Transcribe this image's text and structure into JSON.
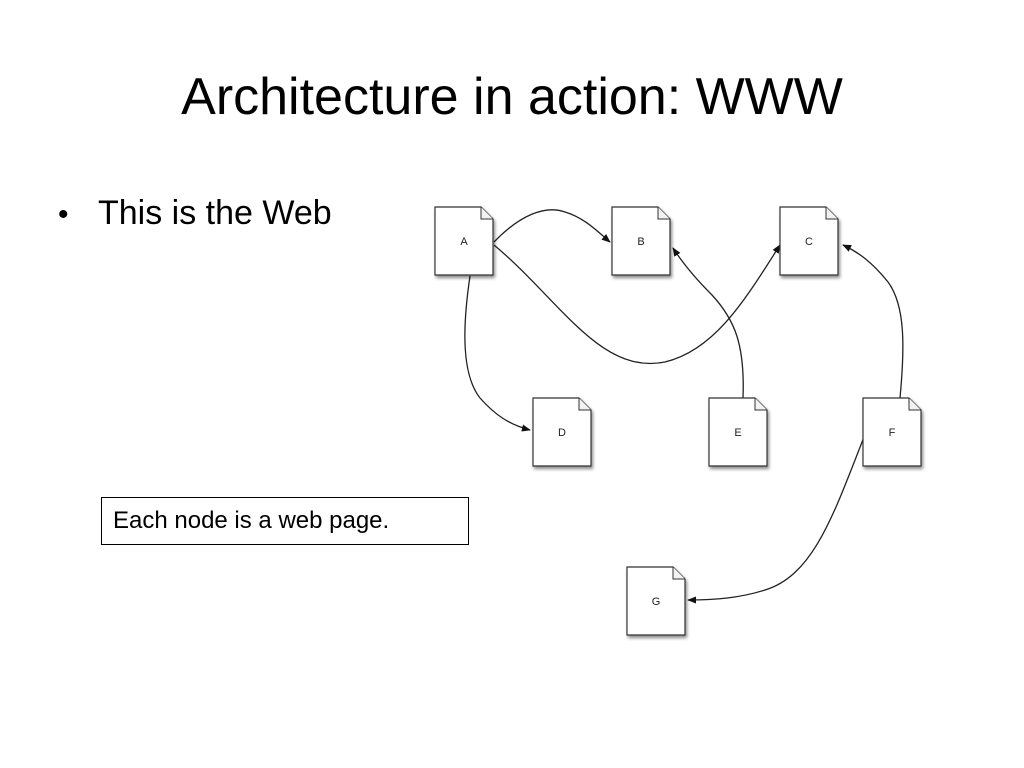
{
  "slide": {
    "title": "Architecture in action: WWW",
    "bullets": [
      "This is the Web"
    ],
    "caption": "Each node is a web page."
  },
  "diagram": {
    "nodes": [
      {
        "id": "A",
        "label": "A"
      },
      {
        "id": "B",
        "label": "B"
      },
      {
        "id": "C",
        "label": "C"
      },
      {
        "id": "D",
        "label": "D"
      },
      {
        "id": "E",
        "label": "E"
      },
      {
        "id": "F",
        "label": "F"
      },
      {
        "id": "G",
        "label": "G"
      }
    ],
    "edges": [
      {
        "from": "A",
        "to": "B"
      },
      {
        "from": "A",
        "to": "C"
      },
      {
        "from": "A",
        "to": "D"
      },
      {
        "from": "E",
        "to": "B"
      },
      {
        "from": "F",
        "to": "C"
      },
      {
        "from": "F",
        "to": "G"
      }
    ]
  }
}
